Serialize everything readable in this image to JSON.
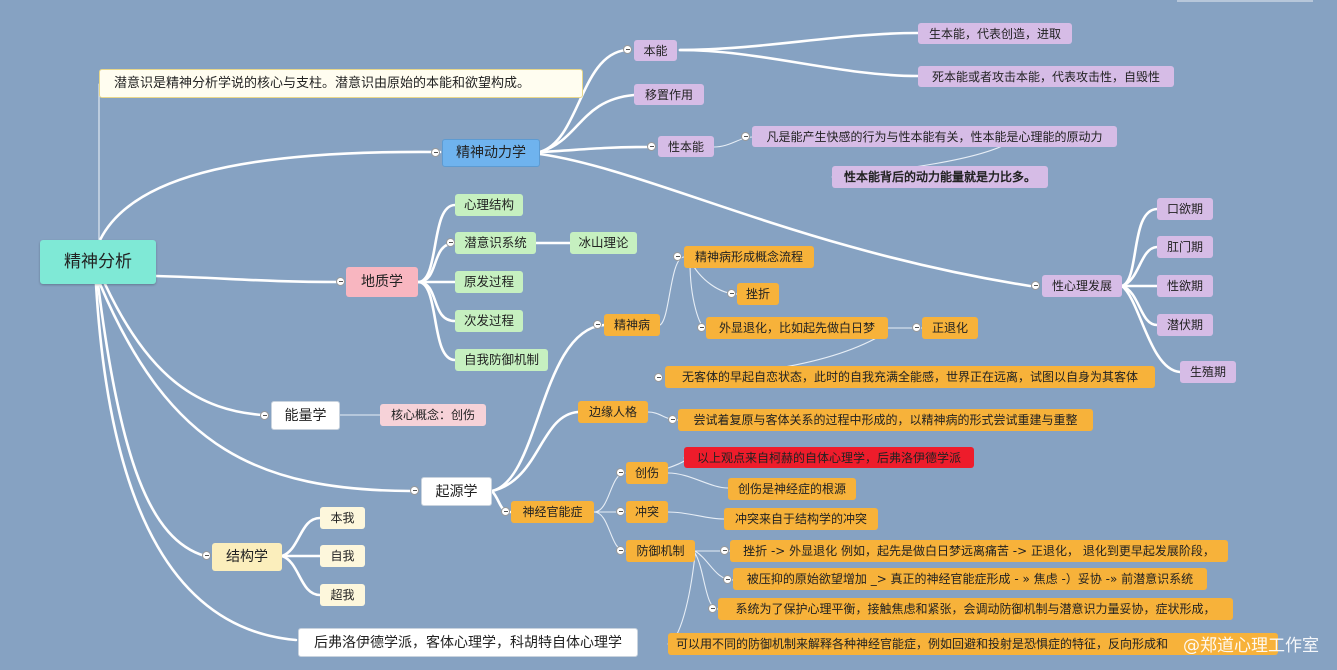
{
  "root": "精神分析",
  "note_top": "潜意识是精神分析学说的核心与支柱。潜意识由原始的本能和欲望构成。",
  "dynamics": {
    "label": "精神动力学",
    "instinct": "本能",
    "life": "生本能，代表创造，进取",
    "death": "死本能或者攻击本能，代表攻击性，自毁性",
    "displacement": "移置作用",
    "sex": "性本能",
    "sex_desc": "凡是能产生快感的行为与性本能有关，性本能是心理能的原动力",
    "libido": "性本能背后的动力能量就是力比多。",
    "psychosexual": "性心理发展",
    "stages": [
      "口欲期",
      "肛门期",
      "性欲期",
      "潜伏期",
      "生殖期"
    ]
  },
  "topography": {
    "label": "地质学",
    "items": [
      "心理结构",
      "潜意识系统",
      "原发过程",
      "次发过程",
      "自我防御机制"
    ],
    "iceberg": "冰山理论"
  },
  "energy": {
    "label": "能量学",
    "core": "核心概念：创伤"
  },
  "origin": {
    "label": "起源学",
    "psychosis": "精神病",
    "psychosis_flow": "精神病形成概念流程",
    "frustration": "挫折",
    "regression": "外显退化，比如起先做白日梦",
    "positive_regression": "正退化",
    "objectless": "无客体的早起自恋状态，此时的自我充满全能感，世界正在远离，试图以自身为其客体",
    "borderline": "边缘人格",
    "borderline_desc": "尝试着复原与客体关系的过程中形成的，以精神病的形式尝试重建与重整",
    "source_note": "以上观点来自柯赫的自体心理学，后弗洛伊德学派",
    "neurosis": "神经官能症",
    "trauma": "创伤",
    "trauma_desc": "创伤是神经症的根源",
    "conflict": "冲突",
    "conflict_desc": "冲突来自于结构学的冲突",
    "defense": "防御机制",
    "defense_1": "挫折  -> 外显退化 例如，起先是做白日梦远离痛苦 -> 正退化， 退化到更早起发展阶段，",
    "defense_2": "被压抑的原始欲望增加 _> 真正的神经官能症形成 - » 焦虑 -）妥协 -» 前潜意识系统",
    "defense_3": "系统为了保护心理平衡，接触焦虑和紧张，会调动防御机制与潜意识力量妥协，症状形成，",
    "defense_4": "可以用不同的防御机制来解释各种神经官能症，例如回避和投射是恐惧症的特征，反向形成和"
  },
  "structure": {
    "label": "结构学",
    "items": [
      "本我",
      "自我",
      "超我"
    ]
  },
  "post_freud": "后弗洛伊德学派，客体心理学，科胡特自体心理学",
  "watermark": "@郑道心理工作室"
}
